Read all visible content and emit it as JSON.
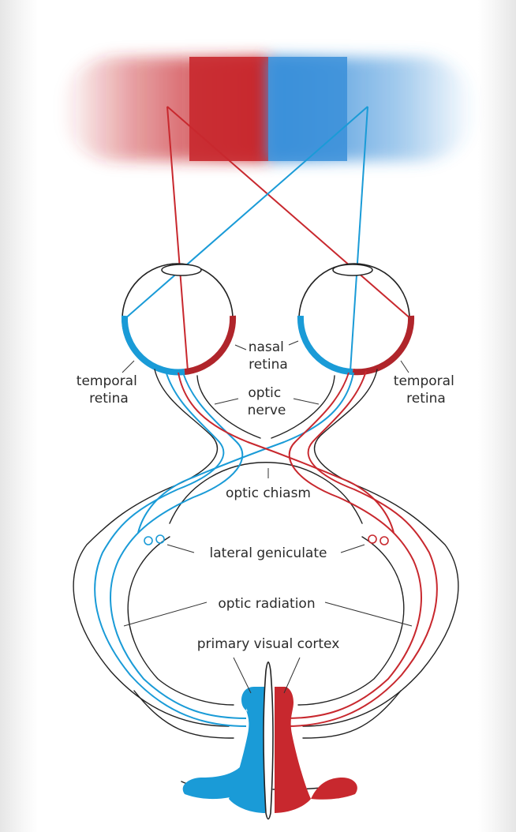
{
  "colors": {
    "left_field": "#c8282e",
    "right_field": "#3a8fd9",
    "left_pathway": "#1a9bd7",
    "right_pathway": "#c8282e",
    "outline": "#222222",
    "leader": "#333333"
  },
  "labels": {
    "nasal_retina": [
      "nasal",
      "retina"
    ],
    "temporal_retina_left": [
      "temporal",
      "retina"
    ],
    "temporal_retina_right": [
      "temporal",
      "retina"
    ],
    "optic_nerve": [
      "optic",
      "nerve"
    ],
    "optic_chiasm": "optic chiasm",
    "lateral_geniculate": "lateral geniculate",
    "optic_radiation": "optic radiation",
    "primary_visual_cortex": "primary visual cortex"
  }
}
